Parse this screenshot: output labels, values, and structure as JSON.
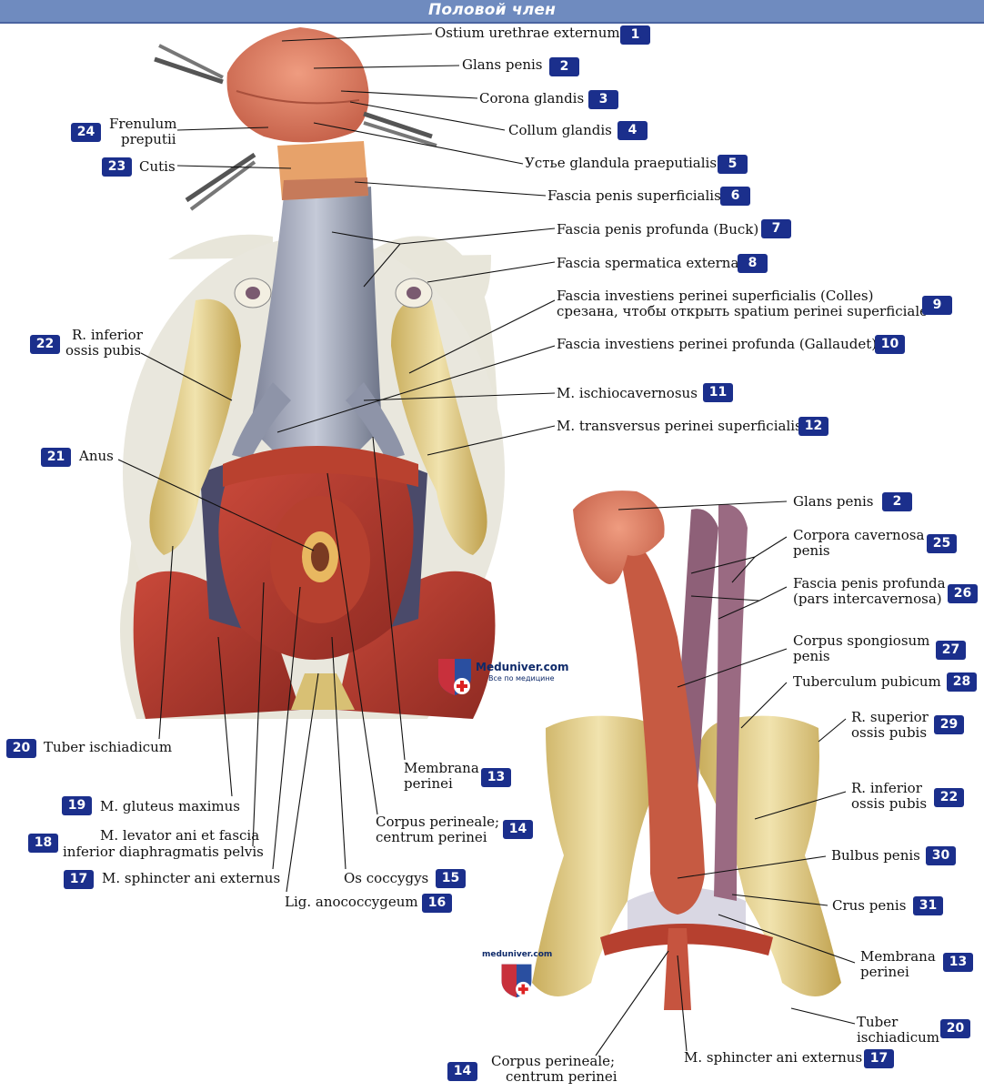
{
  "title": "Половой член",
  "watermark": {
    "site": "Meduniver.com",
    "tagline": "Все по медицине",
    "site_small": "meduniver.com"
  },
  "colors": {
    "header": "#6f8bbf",
    "badge": "#1b2f8c",
    "muscle": "#b83a2e",
    "bone": "#e3cf8a",
    "fascia": "#9aa3b6",
    "glans": "#d9826a"
  },
  "labels": [
    {
      "id": "l1",
      "num": "1",
      "text": "Ostium urethrae externum"
    },
    {
      "id": "l2",
      "num": "2",
      "text": "Glans penis"
    },
    {
      "id": "l3",
      "num": "3",
      "text": "Corona glandis"
    },
    {
      "id": "l4",
      "num": "4",
      "text": "Collum glandis"
    },
    {
      "id": "l5",
      "num": "5",
      "text": "Устье glandula praeputialis"
    },
    {
      "id": "l6",
      "num": "6",
      "text": "Fascia penis superficialis"
    },
    {
      "id": "l7",
      "num": "7",
      "text": "Fascia penis profunda (Buck)"
    },
    {
      "id": "l8",
      "num": "8",
      "text": "Fascia spermatica externa"
    },
    {
      "id": "l9",
      "num": "9",
      "text": "Fascia investiens perinei superficialis (Colles)",
      "text2": "срезана, чтобы открыть spatium perinei superficiale"
    },
    {
      "id": "l10",
      "num": "10",
      "text": "Fascia investiens perinei profunda (Gallaudet)"
    },
    {
      "id": "l11",
      "num": "11",
      "text": "M. ischiocavernosus"
    },
    {
      "id": "l12",
      "num": "12",
      "text": "M. transversus perinei superficialis"
    },
    {
      "id": "l13",
      "num": "13",
      "text": "Membrana",
      "text2": "perinei"
    },
    {
      "id": "l14",
      "num": "14",
      "text": "Corpus perineale;",
      "text2": "centrum perinei"
    },
    {
      "id": "l15",
      "num": "15",
      "text": "Os coccygys"
    },
    {
      "id": "l16",
      "num": "16",
      "text": "Lig. anococcygeum"
    },
    {
      "id": "l17",
      "num": "17",
      "text": "M. sphincter ani externus"
    },
    {
      "id": "l18",
      "num": "18",
      "text": "M. levator ani et fascia",
      "text2": "inferior diaphragmatis pelvis"
    },
    {
      "id": "l19",
      "num": "19",
      "text": "M. gluteus maximus"
    },
    {
      "id": "l20",
      "num": "20",
      "text": "Tuber ischiadicum"
    },
    {
      "id": "l21",
      "num": "21",
      "text": "Anus"
    },
    {
      "id": "l22",
      "num": "22",
      "text": "R. inferior",
      "text2": "ossis pubis"
    },
    {
      "id": "l23",
      "num": "23",
      "text": "Cutis"
    },
    {
      "id": "l24",
      "num": "24",
      "text": "Frenulum",
      "text2": "preputii"
    },
    {
      "id": "r2",
      "num": "2",
      "text": "Glans penis"
    },
    {
      "id": "r25",
      "num": "25",
      "text": "Corpora cavernosa",
      "text2": "penis"
    },
    {
      "id": "r26",
      "num": "26",
      "text": "Fascia penis profunda",
      "text2": "(pars intercavernosa)"
    },
    {
      "id": "r27",
      "num": "27",
      "text": "Corpus spongiosum",
      "text2": "penis"
    },
    {
      "id": "r28",
      "num": "28",
      "text": "Tuberculum pubicum"
    },
    {
      "id": "r29",
      "num": "29",
      "text": "R. superior",
      "text2": "ossis pubis"
    },
    {
      "id": "r22",
      "num": "22",
      "text": "R. inferior",
      "text2": "ossis pubis"
    },
    {
      "id": "r30",
      "num": "30",
      "text": "Bulbus penis"
    },
    {
      "id": "r31",
      "num": "31",
      "text": "Crus penis"
    },
    {
      "id": "r13",
      "num": "13",
      "text": "Membrana",
      "text2": "perinei"
    },
    {
      "id": "r20",
      "num": "20",
      "text": "Tuber",
      "text2": "ischiadicum"
    },
    {
      "id": "r17",
      "num": "17",
      "text": "M. sphincter ani externus"
    },
    {
      "id": "r14",
      "num": "14",
      "text": "Corpus perineale;",
      "text2": "centrum perinei"
    }
  ]
}
